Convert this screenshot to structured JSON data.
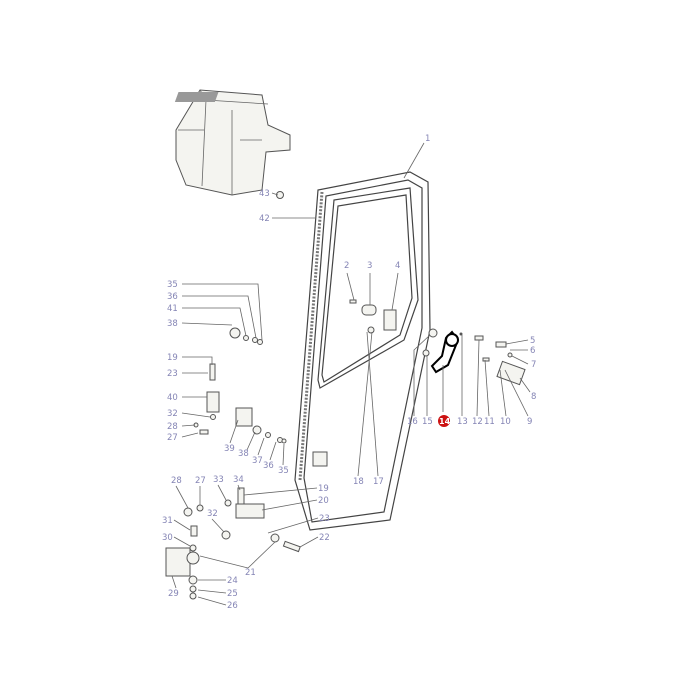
{
  "diagram": {
    "highlight_color": "#cc1111",
    "label_color": "#8585b5",
    "callouts": {
      "c1": "1",
      "c43": "43",
      "c42": "42",
      "c2": "2",
      "c3": "3",
      "c4": "4",
      "c35a": "35",
      "c36a": "36",
      "c41": "41",
      "c38a": "38",
      "c19a": "19",
      "c23a": "23",
      "c40": "40",
      "c32a": "32",
      "c28a": "28",
      "c27a": "27",
      "c39": "39",
      "c38b": "38",
      "c37": "37",
      "c36b": "36",
      "c35b": "35",
      "c5": "5",
      "c6": "6",
      "c7": "7",
      "c8": "8",
      "c9": "9",
      "c10": "10",
      "c11": "11",
      "c12": "12",
      "c13": "13",
      "c14": "14",
      "c15": "15",
      "c16": "16",
      "c18": "18",
      "c17": "17",
      "c28b": "28",
      "c27b": "27",
      "c33": "33",
      "c34": "34",
      "c19b": "19",
      "c20": "20",
      "c31": "31",
      "c32b": "32",
      "c23b": "23",
      "c30": "30",
      "c22": "22",
      "c21": "21",
      "c24": "24",
      "c25": "25",
      "c29": "29",
      "c26": "26"
    }
  }
}
